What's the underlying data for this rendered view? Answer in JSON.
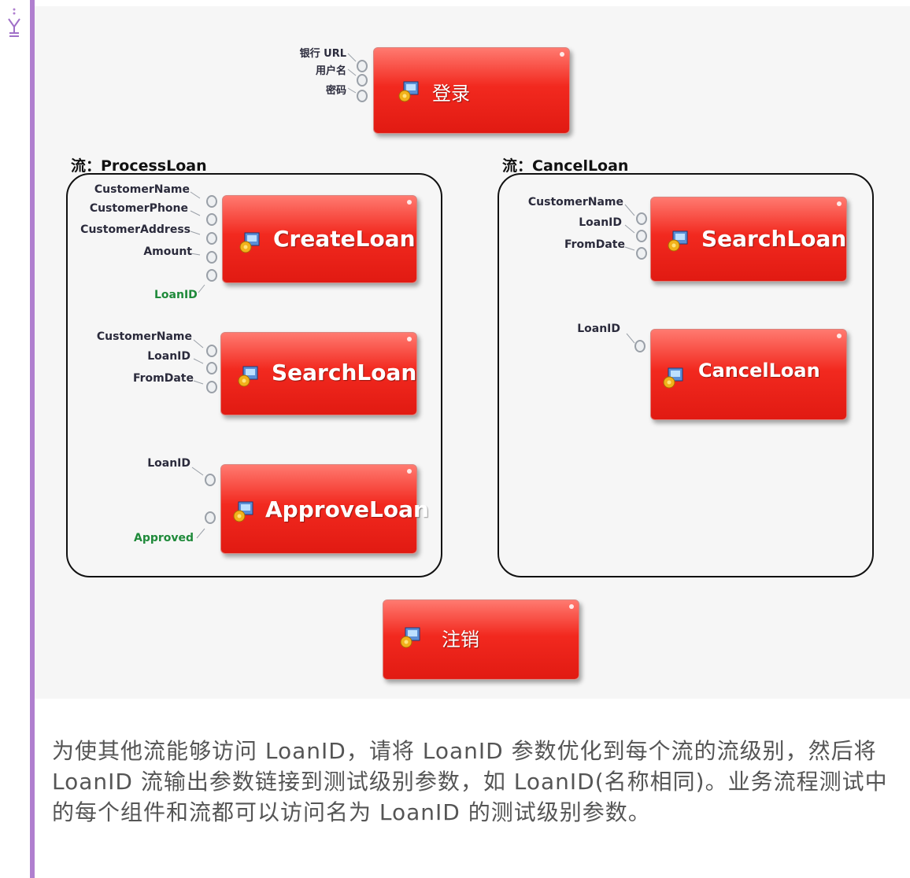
{
  "diagram": {
    "login": {
      "title": "登录",
      "inputs": [
        "银行 URL",
        "用户名",
        "密码"
      ]
    },
    "flows": [
      {
        "label": "流：ProcessLoan",
        "components": [
          {
            "title": "CreateLoan",
            "inputs": [
              "CustomerName",
              "CustomerPhone",
              "CustomerAddress",
              "Amount"
            ],
            "outputs": [
              "LoanID"
            ]
          },
          {
            "title": "SearchLoan",
            "inputs": [
              "CustomerName",
              "LoanID",
              "FromDate"
            ],
            "outputs": []
          },
          {
            "title": "ApproveLoan",
            "inputs": [
              "LoanID"
            ],
            "outputs": [
              "Approved"
            ]
          }
        ]
      },
      {
        "label": "流：CancelLoan",
        "components": [
          {
            "title": "SearchLoan",
            "inputs": [
              "CustomerName",
              "LoanID",
              "FromDate"
            ],
            "outputs": []
          },
          {
            "title": "CancelLoan",
            "inputs": [
              "LoanID"
            ],
            "outputs": []
          }
        ]
      }
    ],
    "logout": {
      "title": "注销"
    }
  },
  "description": "为使其他流能够访问 LoanID，请将 LoanID 参数优化到每个流的流级别，然后将 LoanID 流输出参数链接到测试级别参数，如 LoanID(名称相同)。业务流程测试中的每个组件和流都可以访问名为 LoanID 的测试级别参数。",
  "colors": {
    "component_red": "#e8261c",
    "output_label_green": "#1f8a3a",
    "note_bar": "#b07fcf"
  },
  "icons": {
    "component": "component-icon",
    "note": "note-icon"
  }
}
